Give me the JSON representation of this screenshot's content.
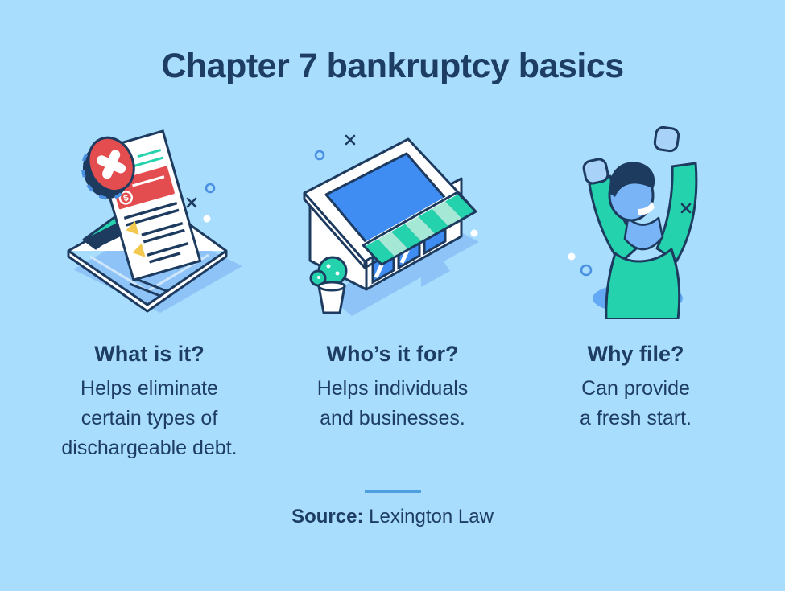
{
  "title": "Chapter 7 bankruptcy basics",
  "columns": [
    {
      "illustration": "laptop-rejected-document",
      "heading": "What is it?",
      "body_lines": [
        "Helps eliminate",
        "certain types of",
        "dischargeable debt."
      ]
    },
    {
      "illustration": "storefront-building",
      "heading": "Who’s it for?",
      "body_lines": [
        "Helps individuals",
        "and businesses."
      ]
    },
    {
      "illustration": "celebrating-person",
      "heading": "Why file?",
      "body_lines": [
        "Can provide",
        "a fresh start."
      ]
    }
  ],
  "source": {
    "label": "Source:",
    "value": " Lexington Law"
  },
  "colors": {
    "background": "#a9ddfd",
    "text_navy": "#1d3d63",
    "outline_navy": "#1d3a5f",
    "teal": "#24d3ae",
    "mint": "#a5e8d5",
    "blue": "#3f8cf3",
    "skin_blue": "#79b5f6",
    "fist_blue": "#a9d2f9",
    "shadow_blue": "#8ec3f7",
    "red": "#e44d4f",
    "yellow": "#f2c94e",
    "divider_blue": "#4f9fe3",
    "white": "#ffffff"
  }
}
